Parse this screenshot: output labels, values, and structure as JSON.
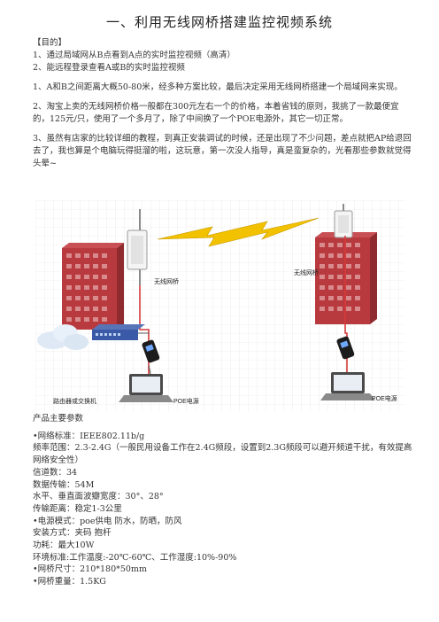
{
  "title": "一、利用无线网桥搭建监控视频系统",
  "purpose_heading": "【目的】",
  "purpose_items": [
    "1、通过局域网从B点看到A点的实时监控视频（高清）",
    "2、能远程登录查看A或B的实时监控视频"
  ],
  "paragraphs": [
    "1、A和B之间距离大概50-80米，经多种方案比较，最后决定采用无线网桥搭建一个局域网来实现。",
    "2、淘宝上卖的无线网桥价格一般都在300元左右一个的价格，本着省钱的原则，我挑了一款最便宜的，125元/只，使用了一个多月了，除了中间换了一个POE电源外，其它一切正常。",
    "3、虽然有店家的比较详细的教程，到真正安装调试的时候，还是出现了不少问题，差点就把AP给退回去了，我也算是个电脑玩得挺溜的啦，这玩意，第一次没人指导，真是蛮复杂的，光看那些参数就觉得头晕~"
  ],
  "diagram": {
    "label_bridge_left": "无线网桥",
    "label_bridge_right": "无线网桥",
    "label_switch": "路由器或交换机",
    "label_poe_left": "POE电源",
    "label_poe_right": "POE电源"
  },
  "spec_heading": "产品主要参数",
  "specs": [
    "•网络标准：IEEE802.11b/g",
    "频率范围：2.3-2.4G（一般民用设备工作在2.4G频段，设置到2.3G频段可以避开频道干扰，有效提高网络安全性）",
    "信道数：34",
    "数据传输：54M",
    "水平、垂直面波瓣宽度：30°、28°",
    "传输距离：稳定1-3公里",
    "•电源模式：poe供电 防水，防晒，防风",
    "安装方式：夹码 抱杆",
    "功耗：最大10W",
    "环境标准:工作温度:-20℃-60℃、工作湿度:10%-90%",
    "•网桥尺寸：210*180*50mm",
    "•网桥重量：1.5KG"
  ],
  "colors": {
    "building": "#b83a3e",
    "cable": "#d63a3a",
    "bolt": "#f2c200",
    "switch": "#3a5aa8"
  }
}
